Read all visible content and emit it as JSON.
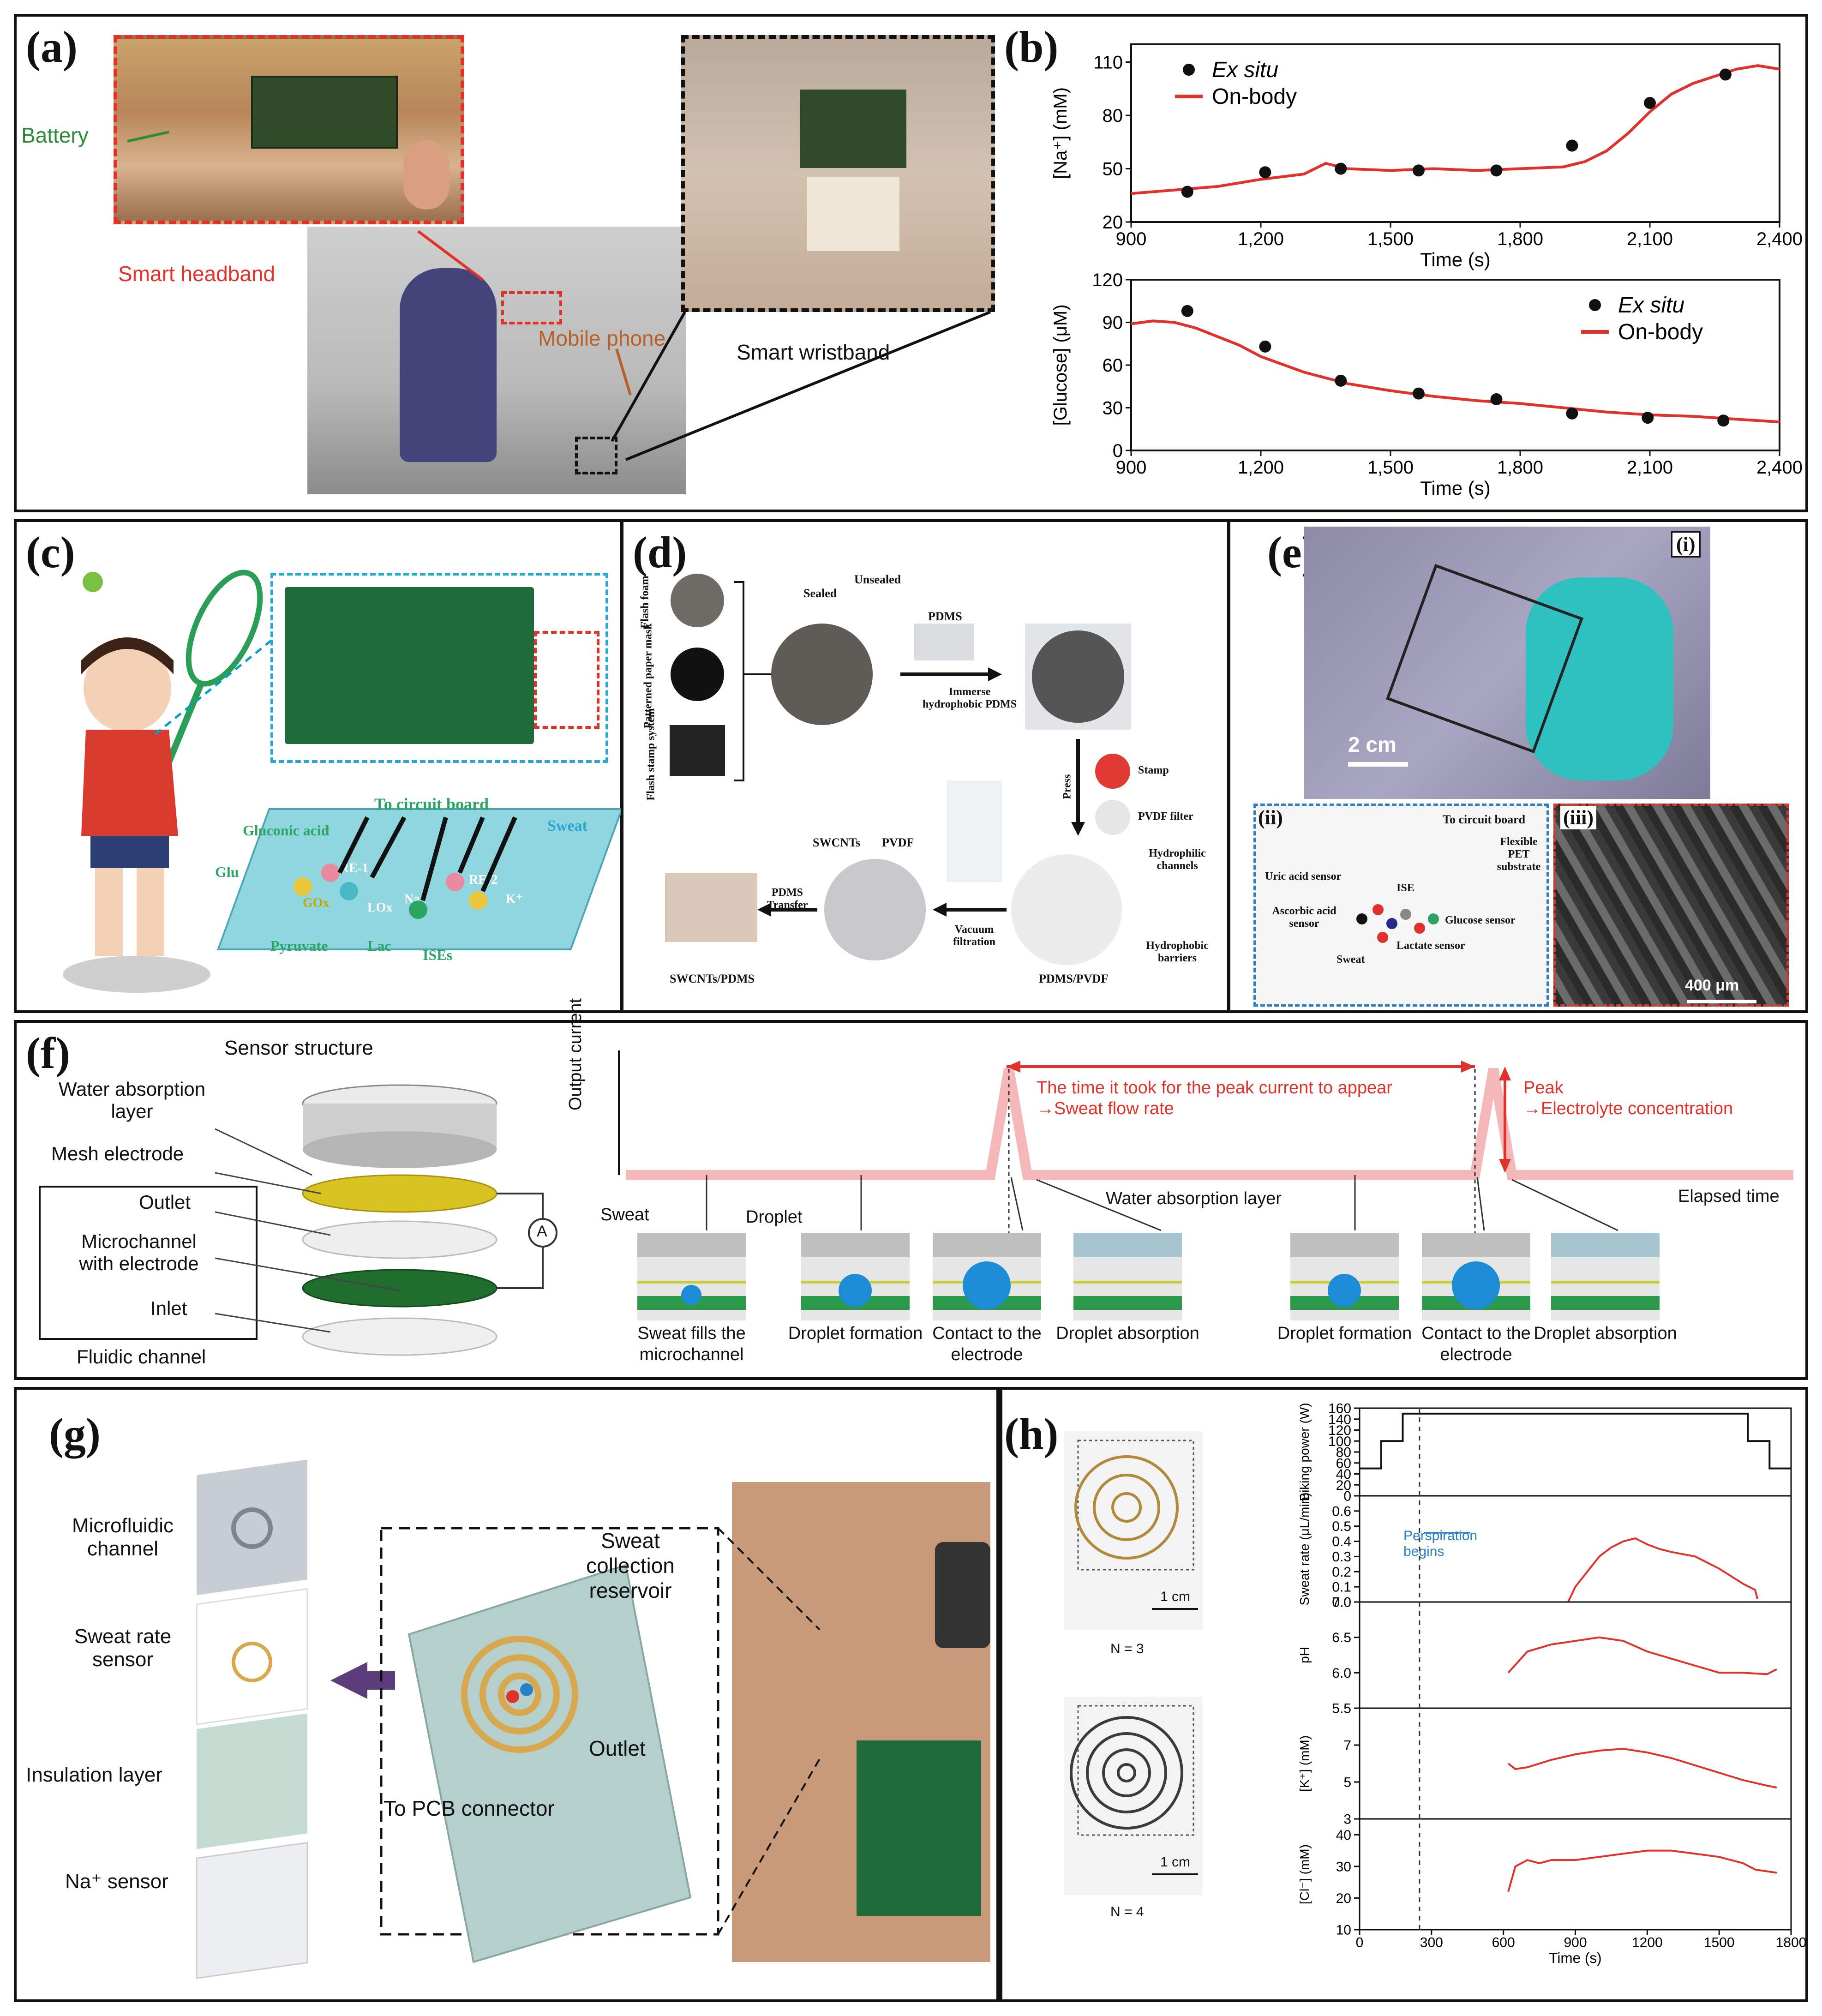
{
  "panels": {
    "a": {
      "label": "(a)",
      "battery": "Battery",
      "headband": "Smart headband",
      "phone": "Mobile phone",
      "wristband": "Smart wristband"
    },
    "b": {
      "label": "(b)"
    },
    "c": {
      "label": "(c)",
      "to_circuit": "To circuit board",
      "sweat": "Sweat",
      "glu": "Glu",
      "gluconic": "Gluconic acid",
      "gox": "GOx",
      "re1": "RE-1",
      "lox": "LOx",
      "na": "Na⁺",
      "re2": "RE-2",
      "k": "K⁺",
      "pyruvate": "Pyruvate",
      "lac": "Lac",
      "ises": "ISEs"
    },
    "d": {
      "label": "(d)",
      "flash_foam": "Flash foam",
      "paper_mask": "Patterned paper mask",
      "stamp_system": "Flash stamp system",
      "sealed": "Sealed",
      "unsealed": "Unsealed",
      "pdms": "PDMS",
      "immerse": "Immerse hydrophobic PDMS",
      "press": "Press",
      "stamp": "Stamp",
      "pvdf_filter": "PVDF filter",
      "hydrophilic": "Hydrophilic channels",
      "hydrophobic": "Hydrophobic barriers",
      "pdms_pvdf": "PDMS/PVDF",
      "vacuum": "Vacuum filtration",
      "swcnts": "SWCNTs",
      "pvdf": "PVDF",
      "pdms_transfer": "PDMS Transfer",
      "swcnts_pdms": "SWCNTs/PDMS"
    },
    "e": {
      "label": "(e)",
      "i": "(i)",
      "ii": "(ii)",
      "iii": "(iii)",
      "scale": "2 cm",
      "to_circuit": "To circuit board",
      "flexible": "Flexible PET substrate",
      "uric": "Uric acid sensor",
      "ise": "ISE",
      "ascorbic": "Ascorbic acid sensor",
      "glucose": "Glucose sensor",
      "sweat": "Sweat",
      "lactate": "Lactate sensor",
      "scale_um": "400 μm"
    },
    "f": {
      "label": "(f)",
      "structure": "Sensor structure",
      "water_abs": "Water absorption layer",
      "mesh": "Mesh electrode",
      "outlet": "Outlet",
      "microchannel": "Microchannel with electrode",
      "inlet": "Inlet",
      "fluidic": "Fluidic channel",
      "ammeter": "A",
      "ylabel": "Output current",
      "time_text": "The time it took for the peak current to appear",
      "flow_rate": "→Sweat flow rate",
      "peak": "Peak",
      "electrolyte": "→Electrolyte concentration",
      "elapsed": "Elapsed time",
      "sweat": "Sweat",
      "droplet": "Droplet",
      "water_abs_layer": "Water absorption layer",
      "steps": [
        "Sweat fills the microchannel",
        "Droplet formation",
        "Contact to the electrode",
        "Droplet absorption",
        "Droplet formation",
        "Contact to the electrode",
        "Droplet absorption"
      ]
    },
    "g": {
      "label": "(g)",
      "microfluidic": "Microfluidic channel",
      "sweat_rate": "Sweat rate sensor",
      "insulation": "Insulation layer",
      "na_sensor": "Na⁺ sensor",
      "reservoir": "Sweat collection reservoir",
      "outlet": "Outlet",
      "pcb": "To PCB connector"
    },
    "h": {
      "label": "(h)",
      "n3": "N = 3",
      "n4": "N = 4",
      "scale1": "1 cm",
      "scale2": "1 cm",
      "perspiration": "Perspiration begins"
    }
  },
  "chart_data": [
    {
      "id": "b-top",
      "type": "line",
      "ylabel": "[Na⁺] (mM)",
      "xlabel": "Time (s)",
      "xlim": [
        900,
        2400
      ],
      "ylim": [
        20,
        120
      ],
      "xticks": [
        "900",
        "1,200",
        "1,500",
        "1,800",
        "2,100",
        "2,400"
      ],
      "yticks": [
        "20",
        "50",
        "80",
        "110"
      ],
      "legend": [
        "Ex situ",
        "On-body"
      ],
      "series": [
        {
          "name": "On-body",
          "color": "#e0312b",
          "x": [
            900,
            1000,
            1100,
            1200,
            1300,
            1350,
            1400,
            1500,
            1600,
            1700,
            1800,
            1900,
            1950,
            2000,
            2050,
            2100,
            2150,
            2200,
            2250,
            2300,
            2350,
            2400
          ],
          "y": [
            36,
            38,
            40,
            44,
            47,
            53,
            50,
            49,
            50,
            49,
            50,
            51,
            54,
            60,
            70,
            82,
            92,
            98,
            102,
            106,
            108,
            106
          ]
        },
        {
          "name": "Ex situ",
          "color": "#111111",
          "x": [
            1030,
            1210,
            1385,
            1565,
            1745,
            1920,
            2100,
            2275
          ],
          "y": [
            37,
            48,
            50,
            49,
            49,
            63,
            87,
            103
          ]
        }
      ]
    },
    {
      "id": "b-bottom",
      "type": "line",
      "ylabel": "[Glucose] (μM)",
      "xlabel": "Time (s)",
      "xlim": [
        900,
        2400
      ],
      "ylim": [
        0,
        120
      ],
      "xticks": [
        "900",
        "1,200",
        "1,500",
        "1,800",
        "2,100",
        "2,400"
      ],
      "yticks": [
        "0",
        "30",
        "60",
        "90",
        "120"
      ],
      "legend": [
        "Ex situ",
        "On-body"
      ],
      "series": [
        {
          "name": "On-body",
          "color": "#e0312b",
          "x": [
            900,
            950,
            1000,
            1050,
            1100,
            1150,
            1200,
            1300,
            1400,
            1500,
            1600,
            1700,
            1800,
            1900,
            2000,
            2100,
            2200,
            2300,
            2400
          ],
          "y": [
            89,
            91,
            90,
            86,
            80,
            74,
            66,
            55,
            47,
            42,
            38,
            35,
            33,
            30,
            27,
            25,
            24,
            22,
            20
          ]
        },
        {
          "name": "Ex situ",
          "color": "#111111",
          "x": [
            1030,
            1210,
            1385,
            1565,
            1745,
            1920,
            2095,
            2270
          ],
          "y": [
            98,
            73,
            49,
            40,
            36,
            26,
            23,
            21
          ]
        }
      ]
    },
    {
      "id": "h-power",
      "type": "line",
      "ylabel": "Biking power (W)",
      "xlim": [
        0,
        1800
      ],
      "ylim": [
        0,
        160
      ],
      "yticks": [
        "0",
        "20",
        "40",
        "60",
        "80",
        "100",
        "120",
        "140",
        "160"
      ],
      "series": [
        {
          "name": "",
          "color": "#111111",
          "x": [
            0,
            90,
            90,
            180,
            180,
            1620,
            1620,
            1710,
            1710,
            1800
          ],
          "y": [
            50,
            50,
            100,
            100,
            150,
            150,
            100,
            100,
            50,
            50
          ]
        }
      ]
    },
    {
      "id": "h-sweat",
      "type": "line",
      "ylabel": "Sweat rate (μL/min)",
      "xlim": [
        0,
        1800
      ],
      "ylim": [
        0,
        0.7
      ],
      "yticks": [
        "0.0",
        "0.1",
        "0.2",
        "0.3",
        "0.4",
        "0.5",
        "0.6"
      ],
      "series": [
        {
          "name": "",
          "color": "#e0312b",
          "x": [
            870,
            900,
            950,
            1000,
            1050,
            1100,
            1150,
            1200,
            1250,
            1300,
            1400,
            1500,
            1600,
            1650,
            1660
          ],
          "y": [
            0.0,
            0.1,
            0.2,
            0.3,
            0.36,
            0.4,
            0.42,
            0.38,
            0.35,
            0.33,
            0.3,
            0.22,
            0.12,
            0.08,
            0.02
          ]
        }
      ]
    },
    {
      "id": "h-ph",
      "type": "line",
      "ylabel": "pH",
      "xlim": [
        0,
        1800
      ],
      "ylim": [
        5.5,
        7.0
      ],
      "yticks": [
        "5.5",
        "6.0",
        "6.5",
        "7.0"
      ],
      "series": [
        {
          "name": "",
          "color": "#e0312b",
          "x": [
            620,
            700,
            800,
            900,
            1000,
            1100,
            1200,
            1300,
            1400,
            1500,
            1600,
            1700,
            1740
          ],
          "y": [
            6.0,
            6.3,
            6.4,
            6.45,
            6.5,
            6.45,
            6.3,
            6.2,
            6.1,
            6.0,
            6.0,
            5.98,
            6.05
          ]
        }
      ]
    },
    {
      "id": "h-k",
      "type": "line",
      "ylabel": "[K⁺] (mM)",
      "xlim": [
        0,
        1800
      ],
      "ylim": [
        3,
        9
      ],
      "yticks": [
        "3",
        "5",
        "7"
      ],
      "series": [
        {
          "name": "",
          "color": "#e0312b",
          "x": [
            620,
            650,
            700,
            800,
            900,
            1000,
            1100,
            1200,
            1300,
            1400,
            1500,
            1600,
            1700,
            1740
          ],
          "y": [
            6.0,
            5.7,
            5.8,
            6.2,
            6.5,
            6.7,
            6.8,
            6.6,
            6.3,
            5.9,
            5.5,
            5.1,
            4.8,
            4.7
          ]
        }
      ]
    },
    {
      "id": "h-cl",
      "type": "line",
      "ylabel": "[Cl⁻] (mM)",
      "xlabel": "Time (s)",
      "xlim": [
        0,
        1800
      ],
      "ylim": [
        10,
        45
      ],
      "xticks": [
        "0",
        "300",
        "600",
        "900",
        "1200",
        "1500",
        "1800"
      ],
      "yticks": [
        "10",
        "20",
        "30",
        "40"
      ],
      "series": [
        {
          "name": "",
          "color": "#e0312b",
          "x": [
            620,
            650,
            700,
            750,
            800,
            900,
            1000,
            1100,
            1200,
            1300,
            1400,
            1500,
            1600,
            1650,
            1740
          ],
          "y": [
            22,
            30,
            32,
            31,
            32,
            32,
            33,
            34,
            35,
            35,
            34,
            33,
            31,
            29,
            28
          ]
        }
      ]
    }
  ]
}
